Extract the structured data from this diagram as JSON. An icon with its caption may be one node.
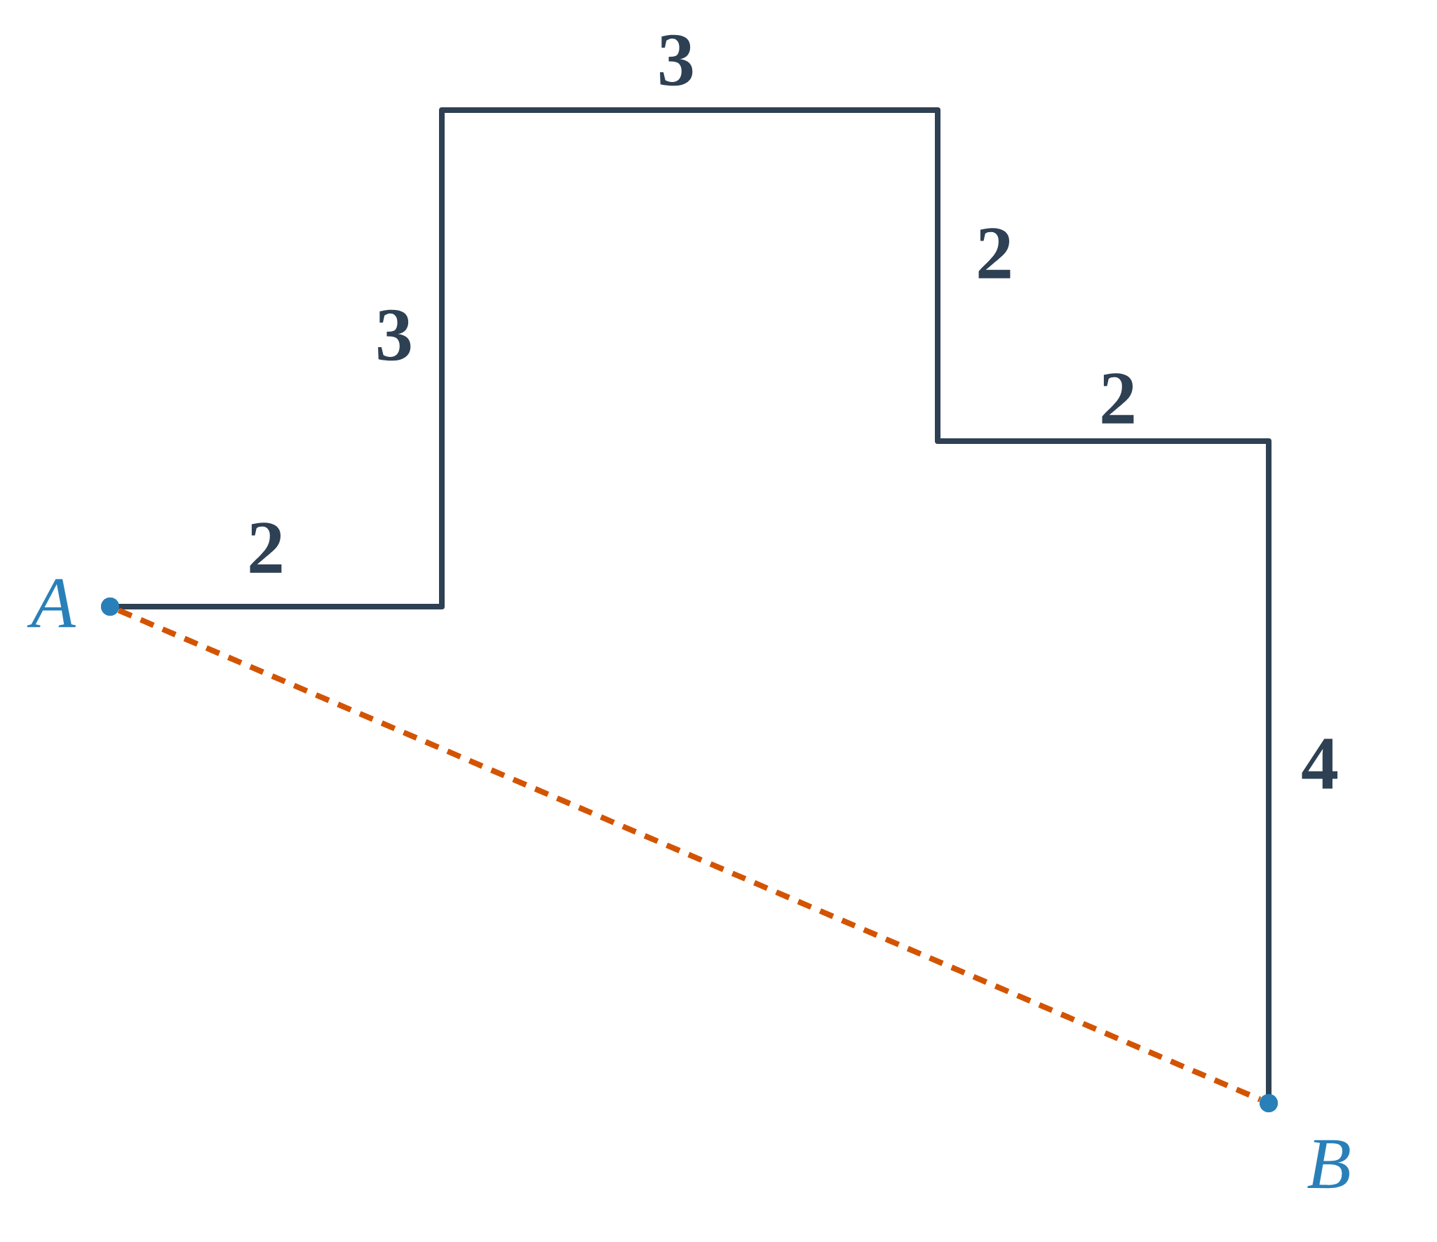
{
  "diagram": {
    "nodes": [
      {
        "text": [
          "A"
        ]
      },
      {
        "text": [
          "B"
        ]
      }
    ],
    "edges": [
      {
        "from": 0,
        "to": 1,
        "arrow": "none",
        "color": "#2e4053"
      },
      {
        "from": 0,
        "to": 1,
        "arrow": "none",
        "style": "dashed",
        "color": "#d35400"
      }
    ],
    "labels": [
      "2",
      "3",
      "3",
      "2",
      "2",
      "4"
    ]
  }
}
